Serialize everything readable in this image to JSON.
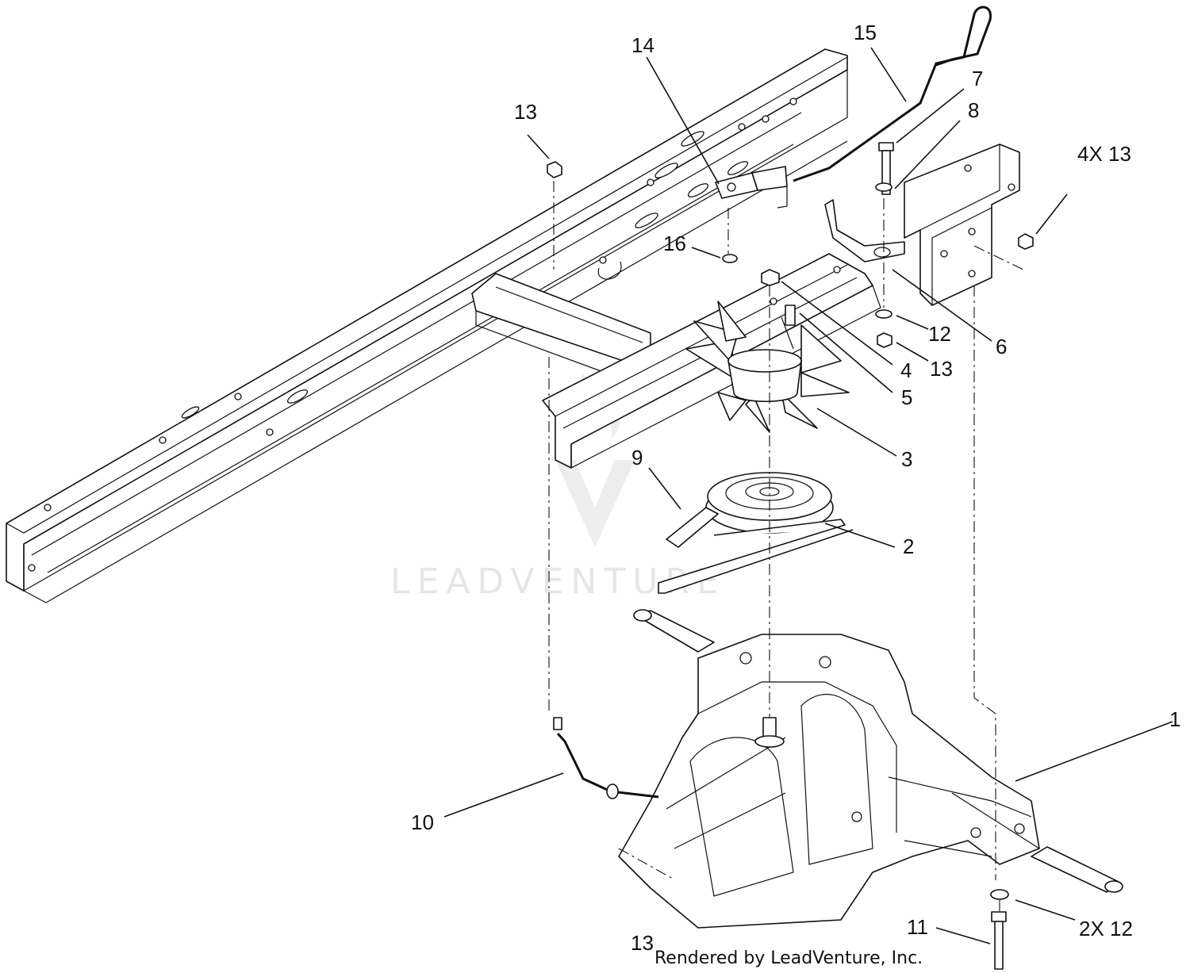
{
  "diagram": {
    "callouts": [
      {
        "id": "1",
        "text": "1"
      },
      {
        "id": "2",
        "text": "2"
      },
      {
        "id": "3",
        "text": "3"
      },
      {
        "id": "4",
        "text": "4"
      },
      {
        "id": "5",
        "text": "5"
      },
      {
        "id": "6",
        "text": "6"
      },
      {
        "id": "7",
        "text": "7"
      },
      {
        "id": "8",
        "text": "8"
      },
      {
        "id": "9",
        "text": "9"
      },
      {
        "id": "10",
        "text": "10"
      },
      {
        "id": "11",
        "text": "11"
      },
      {
        "id": "12a",
        "text": "12"
      },
      {
        "id": "12b",
        "text": "2X 12"
      },
      {
        "id": "13a",
        "text": "13"
      },
      {
        "id": "13b",
        "text": "13"
      },
      {
        "id": "13c",
        "text": "13"
      },
      {
        "id": "13d",
        "text": "4X 13"
      },
      {
        "id": "14",
        "text": "14"
      },
      {
        "id": "15",
        "text": "15"
      },
      {
        "id": "16",
        "text": "16"
      }
    ],
    "watermark": "LEADVENTURE",
    "credit": "Rendered by LeadVenture, Inc."
  },
  "colors": {
    "line": "#111111",
    "background": "#ffffff",
    "watermark": "#e6e6e6"
  }
}
